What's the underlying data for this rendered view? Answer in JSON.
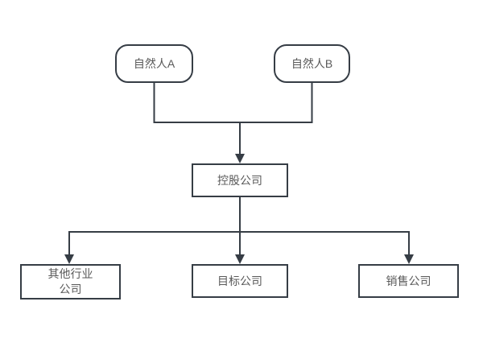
{
  "diagram": {
    "title": "ownership-structure-flowchart",
    "nodes": {
      "person_a": {
        "label": "自然人A",
        "shape": "rounded"
      },
      "person_b": {
        "label": "自然人B",
        "shape": "rounded"
      },
      "holding": {
        "label": "控股公司",
        "shape": "rect"
      },
      "other": {
        "label": "其他行业公司",
        "shape": "rect"
      },
      "target": {
        "label": "目标公司",
        "shape": "rect"
      },
      "sales": {
        "label": "销售公司",
        "shape": "rect"
      }
    },
    "edges": [
      {
        "from": "person_a",
        "to": "holding",
        "arrow": true
      },
      {
        "from": "person_b",
        "to": "holding",
        "arrow": true
      },
      {
        "from": "holding",
        "to": "other",
        "arrow": true
      },
      {
        "from": "holding",
        "to": "target",
        "arrow": true
      },
      {
        "from": "holding",
        "to": "sales",
        "arrow": true
      }
    ],
    "colors": {
      "line": "#363d45",
      "border": "#363d45",
      "text": "#595959",
      "background": "#ffffff"
    }
  }
}
